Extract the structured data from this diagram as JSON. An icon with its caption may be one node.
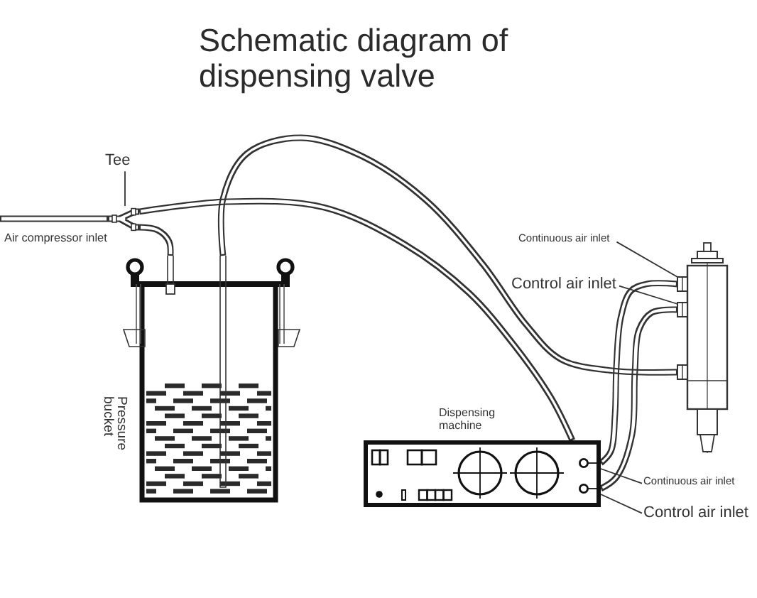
{
  "diagram": {
    "title": "Schematic diagram of dispensing valve",
    "nodes": [
      {
        "text": [
          "Tee"
        ]
      },
      {
        "text": [],
        "shape": "picture"
      },
      {
        "text": [
          "Continuous air inlet"
        ]
      },
      {
        "text": [],
        "shape": "picture"
      },
      {
        "text": [
          "Control air inlet"
        ]
      },
      {
        "text": [],
        "shape": "picture",
        "beside": [
          "Pressure bucket"
        ]
      },
      {
        "text": [],
        "shape": "picture",
        "beside": [
          "Dispensing machine"
        ]
      },
      {
        "text": [
          "Continuous air inlet"
        ]
      },
      {
        "text": [
          "Control air inlet"
        ]
      }
    ],
    "edges": [
      {
        "from": 0,
        "to": 1,
        "arrow": "none"
      },
      {
        "from": null,
        "to": 1,
        "arrow": "none"
      },
      {
        "from": 1,
        "to": 5,
        "arrow": "none"
      },
      {
        "from": 1,
        "to": 6,
        "arrow": "none"
      },
      {
        "from": 5,
        "to": 3,
        "arrow": "none"
      },
      {
        "from": 6,
        "to": 3,
        "arrow": "none"
      },
      {
        "from": 6,
        "to": 3,
        "arrow": "none"
      },
      {
        "from": 2,
        "to": 3,
        "arrow": "none"
      },
      {
        "from": 4,
        "to": 3,
        "arrow": "none"
      },
      {
        "from": 7,
        "to": 6,
        "arrow": "none"
      },
      {
        "from": 8,
        "to": 6,
        "arrow": "none"
      }
    ],
    "labels": [
      "Air compressor inlet"
    ]
  }
}
